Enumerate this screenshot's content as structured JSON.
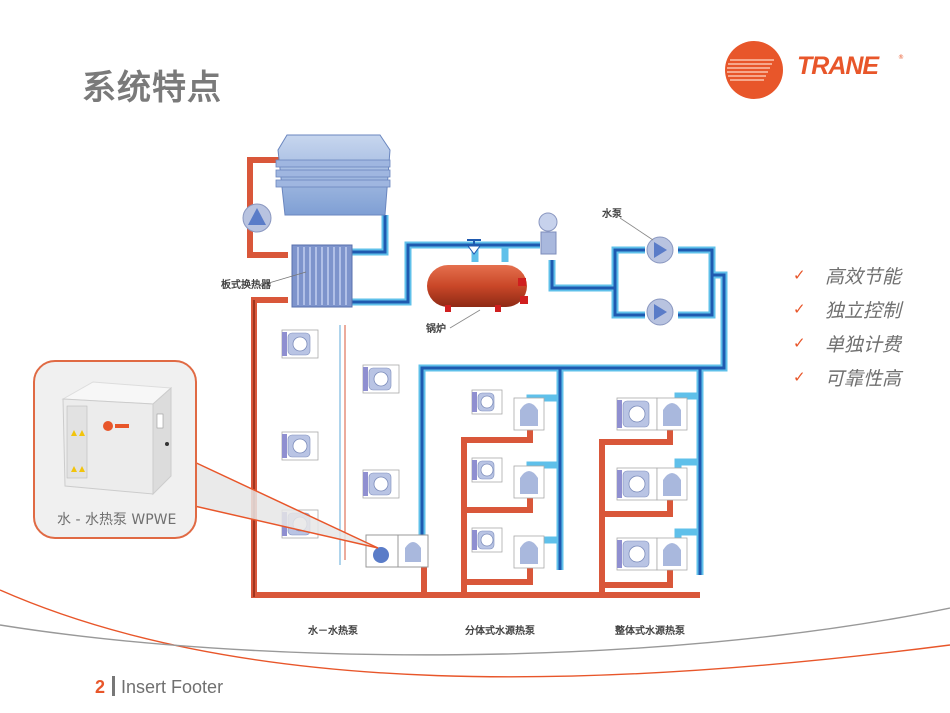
{
  "slide": {
    "title": "系统特点",
    "page_number": "2",
    "footer_text": "Insert Footer"
  },
  "brand": {
    "name": "TRANE",
    "registered": "®",
    "accent_color": "#e8562a"
  },
  "features": [
    {
      "icon": "check-icon",
      "label": "高效节能"
    },
    {
      "icon": "check-icon",
      "label": "独立控制"
    },
    {
      "icon": "check-icon",
      "label": "单独计费"
    },
    {
      "icon": "check-icon",
      "label": "可靠性高"
    }
  ],
  "diagram": {
    "labels": {
      "heat_exchanger": "板式换热器",
      "boiler": "锅炉",
      "water_pump": "水泵"
    },
    "sections": [
      {
        "label": "水－水热泵"
      },
      {
        "label": "分体式水源热泵"
      },
      {
        "label": "整体式水源热泵"
      }
    ],
    "colors": {
      "hot_pipe": "#d9573a",
      "cold_pipe": "#2a6fc4",
      "cold_pipe_light": "#5fc0ea",
      "equipment": "#a9b8dd"
    }
  },
  "callout": {
    "label": "水 - 水热泵 WPWE"
  }
}
